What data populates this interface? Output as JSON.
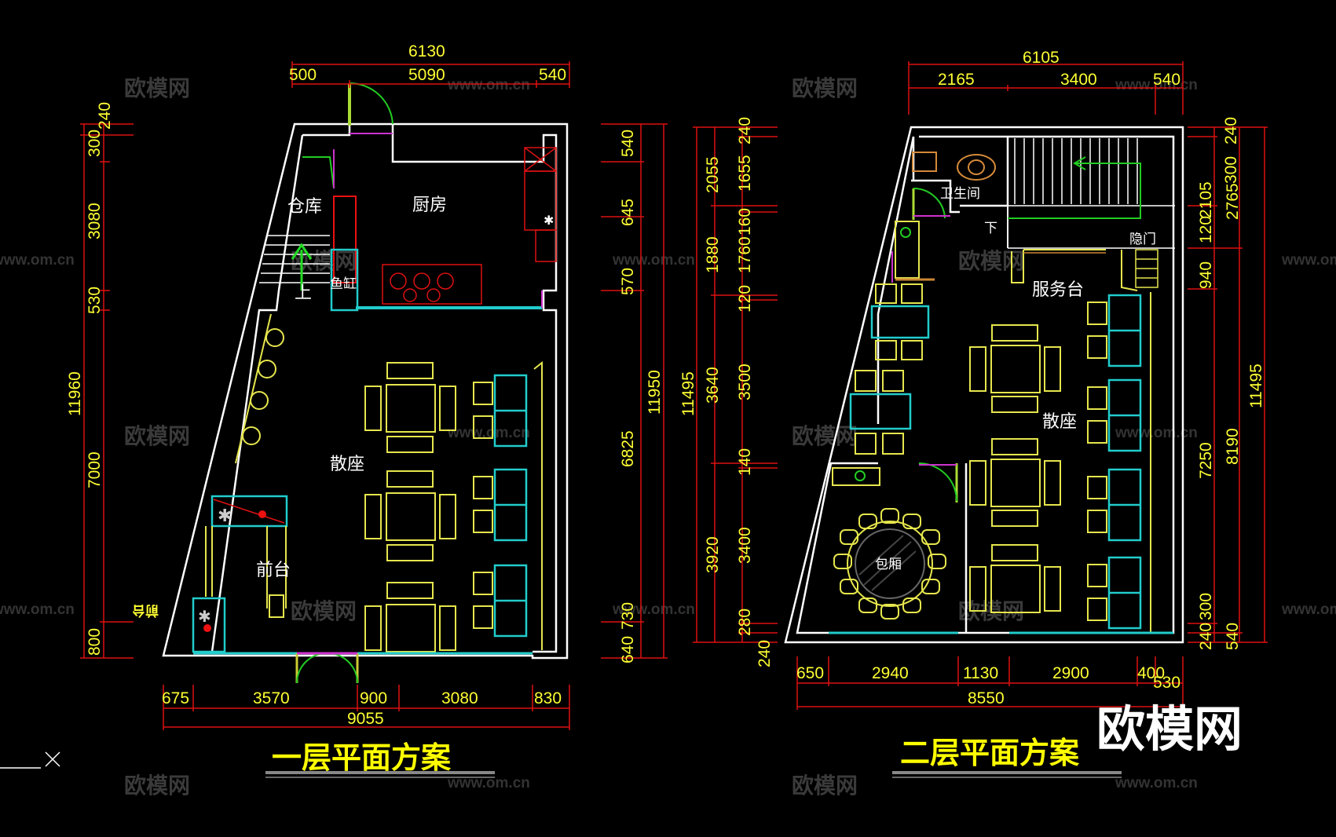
{
  "floor1": {
    "title": "一层平面方案",
    "rooms": {
      "warehouse": "仓库",
      "kitchen": "厨房",
      "fish_tank": "鱼缸",
      "up": "上",
      "seating": "散座",
      "front_desk": "前台",
      "side_label": "前台"
    },
    "top_dims": {
      "total": "6130",
      "d1": "500",
      "d2": "5090",
      "d3": "540"
    },
    "left_dims": {
      "total": "11960",
      "d1": "240",
      "d2": "300",
      "d3": "3080",
      "d4": "530",
      "d5": "7000",
      "d6": "800"
    },
    "right_dims": {
      "total": "11950",
      "d1": "540",
      "d2": "645",
      "d3": "570",
      "d4": "6825",
      "d5": "730",
      "d6": "640"
    },
    "bottom_dims": {
      "total": "9055",
      "d1": "675",
      "d2": "3570",
      "d3": "900",
      "d4": "3080",
      "d5": "830"
    }
  },
  "floor2": {
    "title": "二层平面方案",
    "rooms": {
      "toilet": "卫生间",
      "down": "下",
      "hidden_door": "隐门",
      "service_desk": "服务台",
      "seating": "散座",
      "private_room": "包厢"
    },
    "top_dims": {
      "total": "6105",
      "d1": "2165",
      "d2": "3400",
      "d3": "540"
    },
    "left_dims": {
      "outer_total": "11495",
      "outer": [
        "2055",
        "1880",
        "3640",
        "3920"
      ],
      "inner": [
        "240",
        "1655",
        "160",
        "1760",
        "120",
        "3500",
        "140",
        "3400",
        "280",
        "240"
      ]
    },
    "right_dims": {
      "inner": [
        "240",
        "300",
        "2105",
        "120",
        "940",
        "7250",
        "300",
        "240"
      ],
      "mid": [
        "2765",
        "8190",
        "540"
      ],
      "total": "11495"
    },
    "bottom_dims": {
      "total": "8550",
      "d1": "650",
      "d2": "2940",
      "d3": "1130",
      "d4": "2900",
      "d5": "400",
      "d6": "530"
    }
  },
  "watermark": {
    "brand": "欧模网",
    "url": "www.om.cn"
  },
  "logo": "欧模网",
  "colors": {
    "background": "#000000",
    "wall": "#ffffff",
    "dimension": "#ffff33",
    "furniture": "#e6e64d",
    "cyan": "#22cccc",
    "red": "#ee1111",
    "green": "#22cc22",
    "magenta": "#cc33cc"
  }
}
